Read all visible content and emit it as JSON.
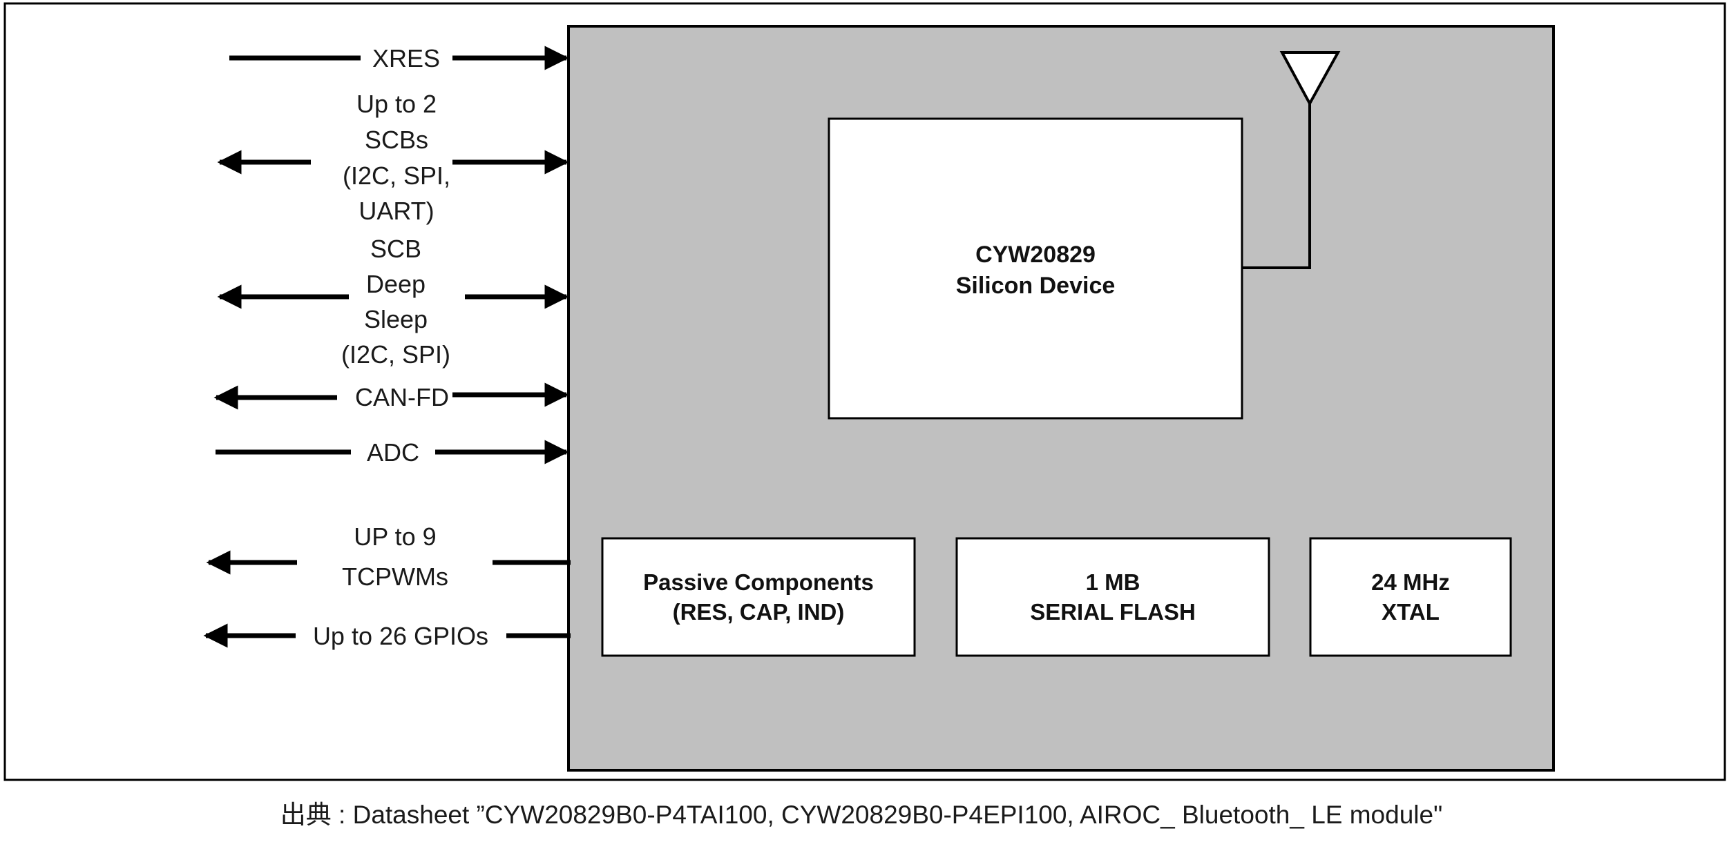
{
  "module": {
    "chip": {
      "line1": "CYW20829",
      "line2": "Silicon Device"
    },
    "blocks": [
      {
        "line1": "Passive Components",
        "line2": "(RES, CAP, IND)"
      },
      {
        "line1": "1 MB",
        "line2": "SERIAL FLASH"
      },
      {
        "line1": "24 MHz",
        "line2": "XTAL"
      }
    ]
  },
  "signals": [
    {
      "lines": [
        "XRES"
      ]
    },
    {
      "lines": [
        "Up to 2",
        "SCBs",
        "(I2C, SPI,",
        "UART)"
      ]
    },
    {
      "lines": [
        "SCB",
        "Deep",
        "Sleep",
        "(I2C, SPI)"
      ]
    },
    {
      "lines": [
        "CAN-FD"
      ]
    },
    {
      "lines": [
        "ADC"
      ]
    },
    {
      "lines": [
        "UP to 9",
        "TCPWMs"
      ]
    },
    {
      "lines": [
        "Up to 26 GPIOs"
      ]
    }
  ],
  "caption": "出典 : Datasheet ”CYW20829B0-P4TAI100, CYW20829B0-P4EPI100, AIROC_ Bluetooth_ LE module\""
}
